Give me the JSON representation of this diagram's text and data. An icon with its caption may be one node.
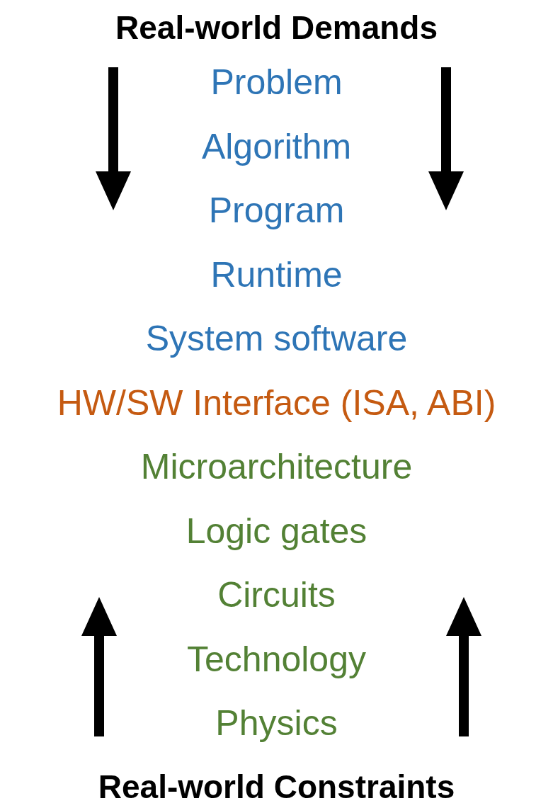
{
  "diagram": {
    "title": "Real-world Demands",
    "labels": [
      "Problem",
      "Algorithm",
      "Program",
      "Runtime",
      "System software",
      "HW/SW Interface (ISA, ABI)",
      "Microarchitecture",
      "Logic gates",
      "Circuits",
      "Technology",
      "Physics"
    ],
    "caption": "Real-world Constraints"
  }
}
